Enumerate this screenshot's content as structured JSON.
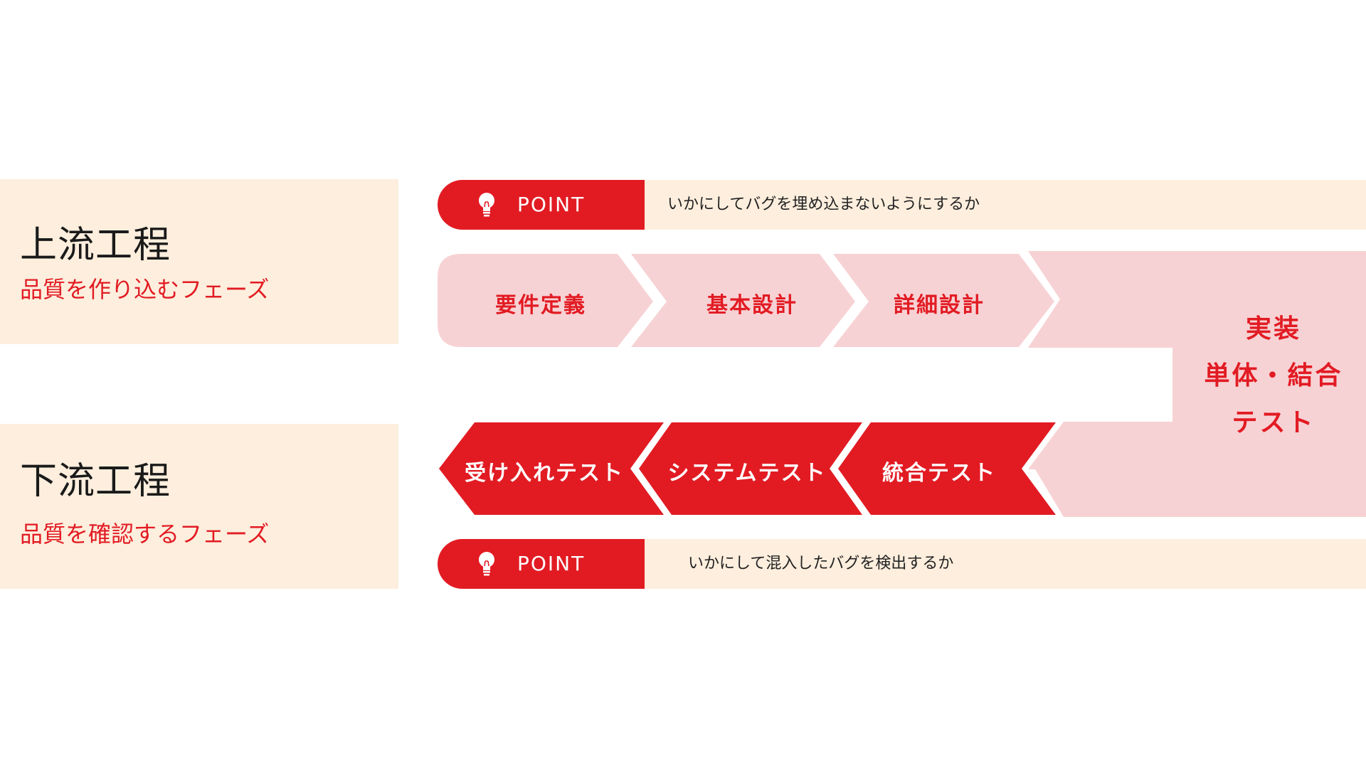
{
  "upstream": {
    "title": "上流工程",
    "subtitle": "品質を作り込むフェーズ",
    "point": {
      "label": "POINT",
      "icon": "lightbulb-icon",
      "text": "いかにしてバグを埋め込まないようにするか"
    },
    "steps": [
      "要件定義",
      "基本設計",
      "詳細設計"
    ]
  },
  "implementation": {
    "lines": [
      "実装",
      "単体・結合",
      "テスト"
    ]
  },
  "downstream": {
    "title": "下流工程",
    "subtitle": "品質を確認するフェーズ",
    "point": {
      "label": "POINT",
      "icon": "lightbulb-icon",
      "text": "いかにして混入したバグを検出するか"
    },
    "steps": [
      "受け入れテスト",
      "システムテスト",
      "統合テスト"
    ]
  },
  "colors": {
    "accent": "#e21b23",
    "light_accent": "#f7d2d4",
    "panel": "#fdeedd"
  }
}
